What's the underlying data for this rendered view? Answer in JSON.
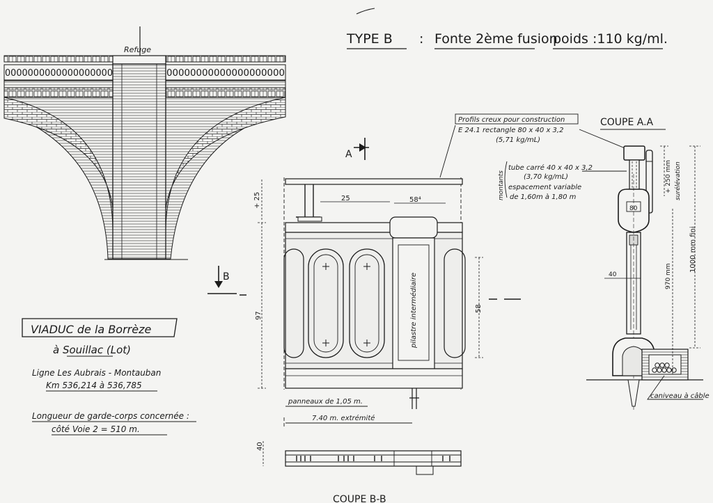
{
  "header": {
    "type_label": "TYPE B",
    "sep": ":",
    "material": "Fonte 2ème fusion",
    "weight": "poids :110 kg/ml."
  },
  "bridge": {
    "refuge_label": "Refuge",
    "rail_pattern": "0000000000000000000",
    "rail_pattern_right": "00000000000000000000"
  },
  "sections": {
    "section_a_label": "A",
    "section_b_label": "B",
    "coupe_aa": "COUPE A.A",
    "coupe_bb": "COUPE B-B"
  },
  "elevation": {
    "dim_top": "+ 25",
    "dim_25": "25",
    "dim_58a": "58⁴",
    "dim_97": "97",
    "dim_58b": "58",
    "pilastre_label": "pilastre intermédiaire",
    "panneaux_label": "panneaux de 1,05 m.",
    "extremite_label": "7.40 m. extrémité",
    "dim_40": "40"
  },
  "profile_note": {
    "line1": "Profils creux pour construction",
    "line2": "E 24.1 rectangle 80 x 40 x 3,2",
    "line3": "(5,71 kg/mL)"
  },
  "montants_note": {
    "side": "montants",
    "line1": "tube carré 40 x 40 x 3,2",
    "line2": "(3,70 kg/mL)",
    "line3": "espacement variable",
    "line4": "de 1,60m à 1,80 m"
  },
  "section_aa": {
    "dim_80": "80",
    "dim_40": "40",
    "dim_250": "+ 250 mm",
    "sur_label": "surélévation",
    "dim_970": "970 mm",
    "dim_1000": "1000 mm fini",
    "cable_label": "caniveau à câble"
  },
  "title_block": {
    "title": "VIADUC de la Borrèze",
    "place": "à Souillac (Lot)",
    "line": "Ligne Les Aubrais - Montauban",
    "km": "Km 536,214 à 536,785",
    "length_label": "Longueur de garde-corps concernée :",
    "length_value": "côté Voie 2 = 510 m."
  }
}
